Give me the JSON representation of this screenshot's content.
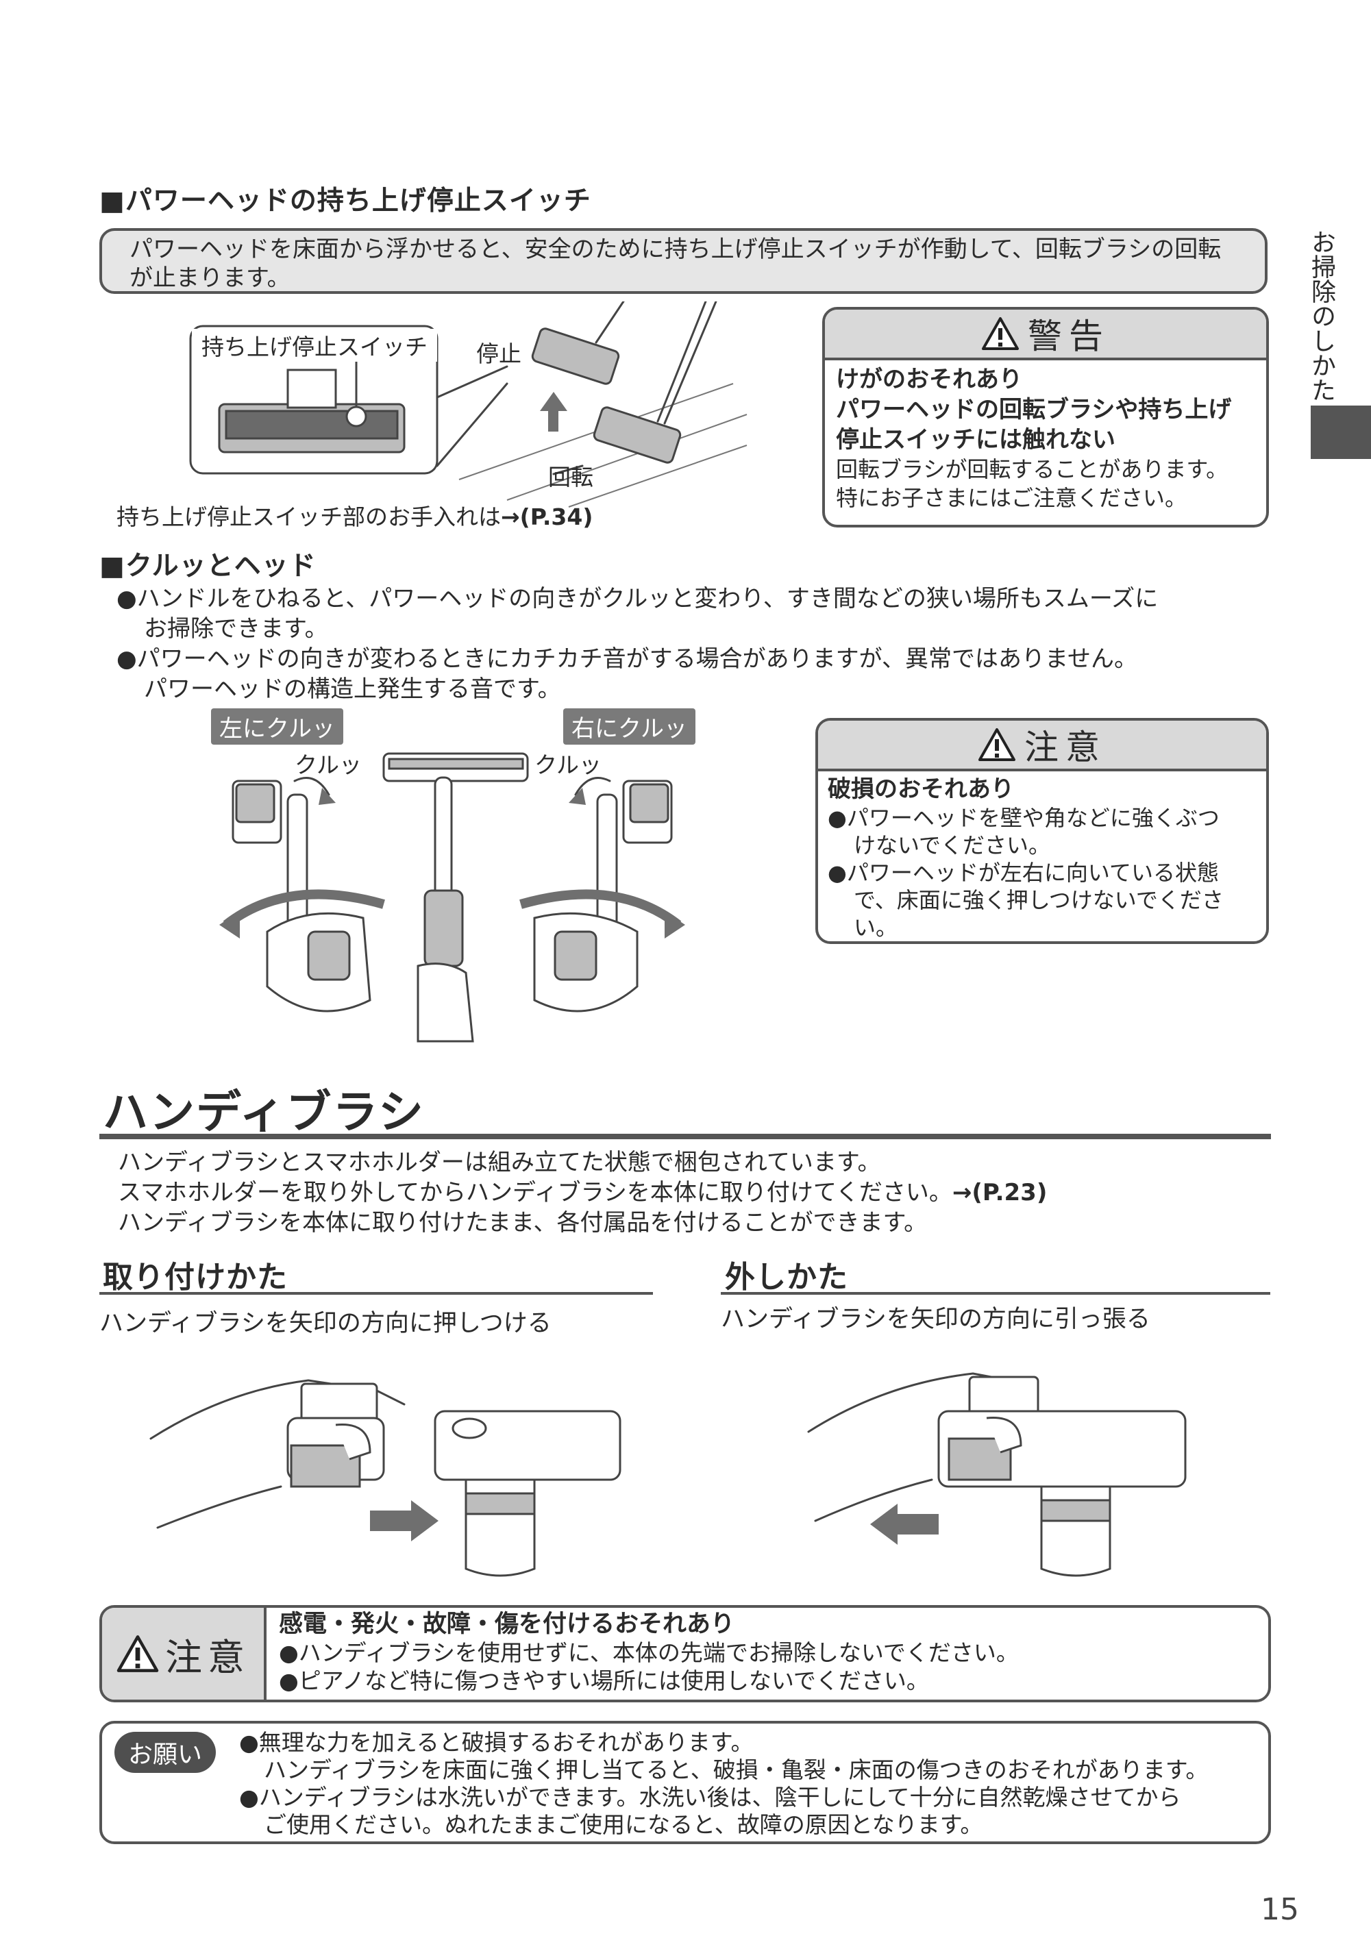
{
  "section1": {
    "heading": "■パワーヘッドの持ち上げ停止スイッチ",
    "intro": "パワーヘッドを床面から浮かせると、安全のために持ち上げ停止スイッチが作動して、回転ブラシの回転が止まります。",
    "label_switch": "持ち上げ停止スイッチ",
    "label_stop": "停止",
    "label_rotate": "回転",
    "maintenance_note": "持ち上げ停止スイッチ部のお手入れは",
    "maintenance_ref": "→(P.34)"
  },
  "warning": {
    "title": "警告",
    "bold_lines": [
      "けがのおそれあり",
      "パワーヘッドの回転ブラシや持ち上げ",
      "停止スイッチには触れない"
    ],
    "lines": [
      "回転ブラシが回転することがあります。",
      "特にお子さまにはご注意ください。"
    ]
  },
  "section2": {
    "heading": "■クルッとヘッド",
    "bullets": [
      [
        "●ハンドルをひねると、パワーヘッドの向きがクルッと変わり、すき間などの狭い場所もスムーズに",
        "お掃除できます。"
      ],
      [
        "●パワーヘッドの向きが変わるときにカチカチ音がする場合がありますが、異常ではありません。",
        "パワーヘッドの構造上発生する音です。"
      ]
    ],
    "tag_left": "左にクルッ",
    "tag_right": "右にクルッ",
    "sound_left": "クルッ",
    "sound_right": "クルッ"
  },
  "caution1": {
    "title": "注意",
    "bold": "破損のおそれあり",
    "bullets": [
      [
        "●パワーヘッドを壁や角などに強くぶつ",
        "けないでください。"
      ],
      [
        "●パワーヘッドが左右に向いている状態",
        "で、床面に強く押しつけないでくださ",
        "い。"
      ]
    ]
  },
  "handy": {
    "title": "ハンディブラシ",
    "lines": [
      "ハンディブラシとスマホホルダーは組み立てた状態で梱包されています。",
      "スマホホルダーを取り外してからハンディブラシを本体に取り付けてください。",
      "ハンディブラシを本体に取り付けたまま、各付属品を付けることができます。"
    ],
    "ref": "→(P.23)",
    "attach_heading": "取り付けかた",
    "attach_text": "ハンディブラシを矢印の方向に押しつける",
    "detach_heading": "外しかた",
    "detach_text": "ハンディブラシを矢印の方向に引っ張る"
  },
  "caution2": {
    "title": "注意",
    "bold": "感電・発火・故障・傷を付けるおそれあり",
    "bullets": [
      "●ハンディブラシを使用せずに、本体の先端でお掃除しないでください。",
      "●ピアノなど特に傷つきやすい場所には使用しないでください。"
    ]
  },
  "request": {
    "label": "お願い",
    "lines": [
      "●無理な力を加えると破損するおそれがあります。",
      "ハンディブラシを床面に強く押し当てると、破損・亀裂・床面の傷つきのおそれがあります。",
      "●ハンディブラシは水洗いができます。水洗い後は、陰干しにして十分に自然乾燥させてから",
      "ご使用ください。ぬれたままご使用になると、故障の原因となります。"
    ]
  },
  "side_tab": "お掃除のしかた",
  "page_number": "15"
}
